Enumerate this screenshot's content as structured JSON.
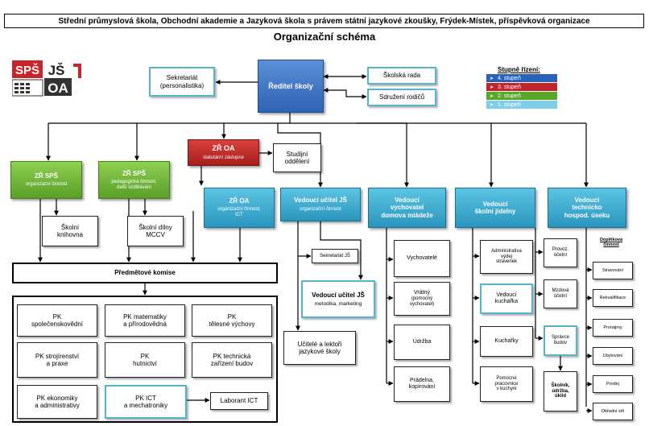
{
  "header": "Střední průmyslová škola, Obchodní akademie a Jazyková škola s právem státní jazykové zkoušky, Frýdek-Místek, příspěvková organizace",
  "title": "Organizační schéma",
  "logo": {
    "sps": "SPŠ",
    "js": "JŠ",
    "oa": "OA"
  },
  "legend": {
    "title": "Stupně řízení:",
    "items": [
      "4. stupeň",
      "3. stupeň",
      "2. stupeň",
      "1. stupeň"
    ],
    "colors": [
      "#2a62b8",
      "#c0262b",
      "#5aa62a",
      "#7dcfe6"
    ]
  },
  "boxes": {
    "reditel": "Ředitel školy",
    "sekretariat": [
      "Sekretariát",
      "(personalistika)"
    ],
    "skolska_rada": "Školská rada",
    "sdruzeni": "Sdružení rodičů",
    "zr_oa_stat": {
      "title": "ZŘ OA",
      "sub": "statutární zástupce"
    },
    "studijni": [
      "Studijní",
      "oddělení"
    ],
    "zr_sps_1": {
      "title": "ZŘ SPŠ",
      "sub": "organizační činnost"
    },
    "zr_sps_2": {
      "title": "ZŘ SPŠ",
      "sub": [
        "pedagogická činnost,",
        "další vzdělávání"
      ]
    },
    "zr_oa_2": {
      "title": "ZŘ OA",
      "sub": [
        "organizační činnost,",
        "ICT"
      ]
    },
    "ved_js": {
      "title": "Vedoucí učitel JŠ",
      "sub": "organizační činnost"
    },
    "ved_dm": [
      "Vedoucí",
      "vychovatel",
      "domova mládeže"
    ],
    "ved_sj": [
      "Vedoucí",
      "školní jídelny"
    ],
    "ved_th": [
      "Vedoucí",
      "technicko",
      "hospod. úseku"
    ],
    "knihovna": [
      "Školní",
      "knihovna"
    ],
    "dilny": [
      "Školní dílny",
      "MCCV"
    ],
    "predmetove": "Předmětové komise",
    "sekretariat_js": "Sekretariát JŠ",
    "ved_js2": {
      "title": "Vedoucí učitel JŠ",
      "sub": "metodika, marketing"
    },
    "ucitele_js": [
      "Učitelé a lektoři",
      "jazykové školy"
    ],
    "vychovatele": "Vychovatelé",
    "vratny": [
      "Vrátný",
      "(pomocný",
      "vychovatel)"
    ],
    "udrzba": "Údržba",
    "pradelna": [
      "Prádelna,",
      "kopírování"
    ],
    "admin": [
      "Administrativa",
      "výdej",
      "stravenek"
    ],
    "ved_kucharka": [
      "Vedoucí",
      "kuchařka"
    ],
    "kucharky": "Kuchařky",
    "pomocne": [
      "Pomocné",
      "pracovnice",
      "v kuchyni"
    ],
    "provoz": [
      "Provoz.",
      "účetní"
    ],
    "mzdova": [
      "Mzdová",
      "účetní"
    ],
    "spravce": [
      "Správce",
      "budov"
    ],
    "skolnik": [
      "Školník,",
      "údržba,",
      "úklid"
    ],
    "doplnkova": [
      "Doplňková",
      "činnost"
    ],
    "stravovani": "Stravování",
    "rekvalifikace": "Rekvalifikace",
    "pronajmy": "Pronájmy",
    "ubytovani": "Ubytování",
    "prodej": "Prodej",
    "obradni": "Obřadní síň",
    "pk1": [
      "PK",
      "společenskovědní"
    ],
    "pk2": [
      "PK matematiky",
      "a přírodovědná"
    ],
    "pk3": [
      "PK",
      "tělesné výchovy"
    ],
    "pk4": [
      "PK strojírenství",
      "a praxe"
    ],
    "pk5": [
      "PK",
      "hutnictví"
    ],
    "pk6": [
      "PK technická",
      "zařízení budov"
    ],
    "pk7": [
      "PK ekonomiky",
      "a administrativy"
    ],
    "pk8": [
      "PK ICT",
      "a mechatroniky"
    ],
    "laborant": "Laborant ICT"
  }
}
